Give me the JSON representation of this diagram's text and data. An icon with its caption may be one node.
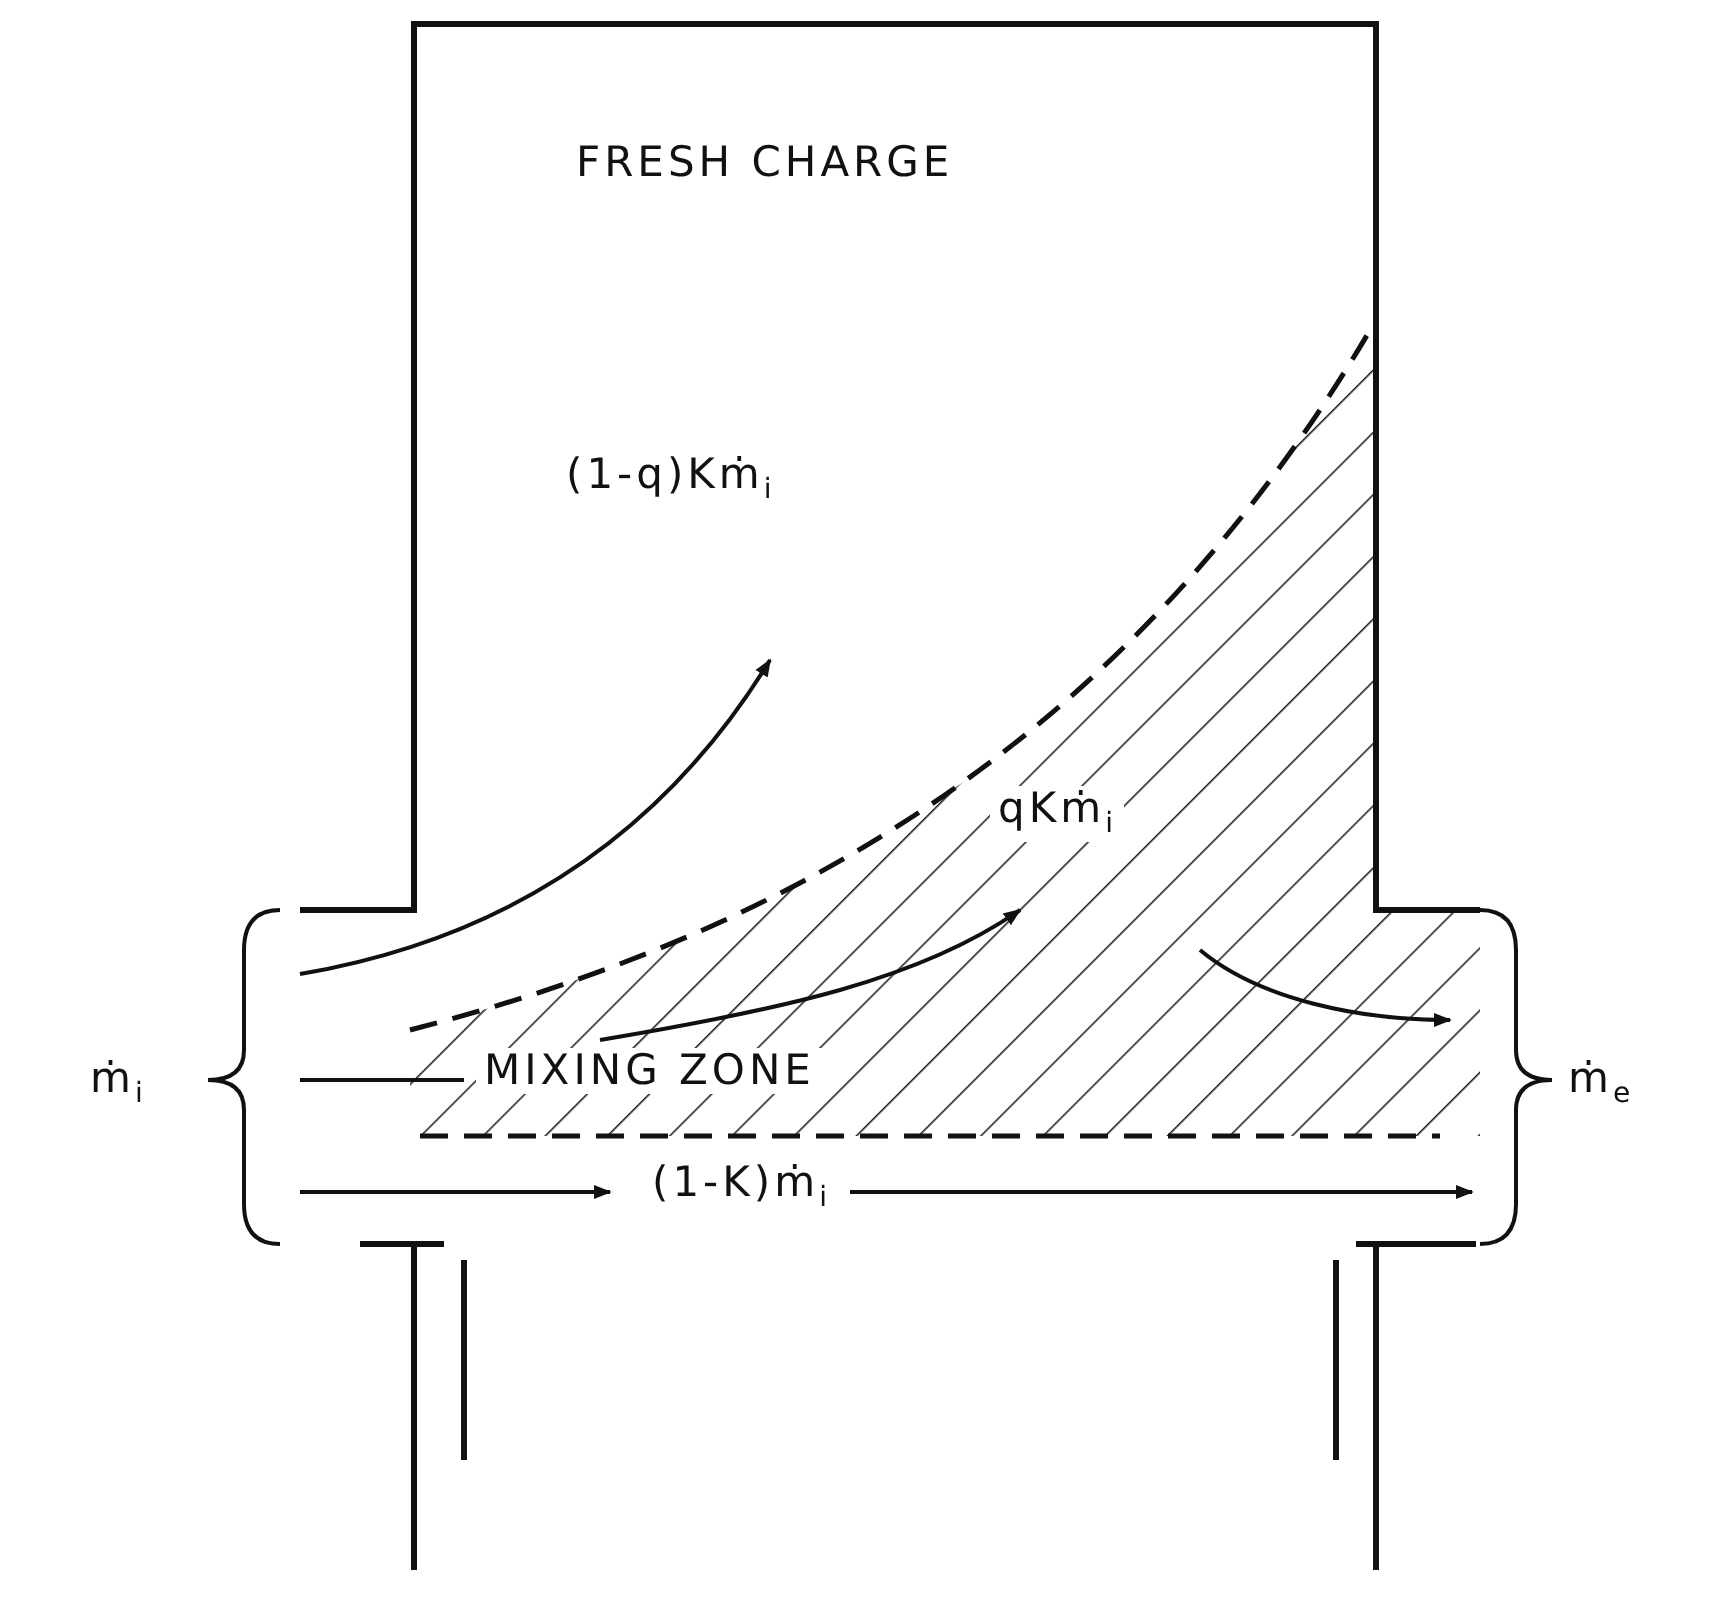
{
  "diagram": {
    "labels": [
      "FRESH CHARGE",
      "(1-q)Kṁ$_{i}$",
      "qKṁ$_{i}$",
      "ṁ$_{i}$",
      "MIXING ZONE",
      "ṁ$_{e}$",
      "(1-K)ṁ$_{i}$"
    ]
  }
}
